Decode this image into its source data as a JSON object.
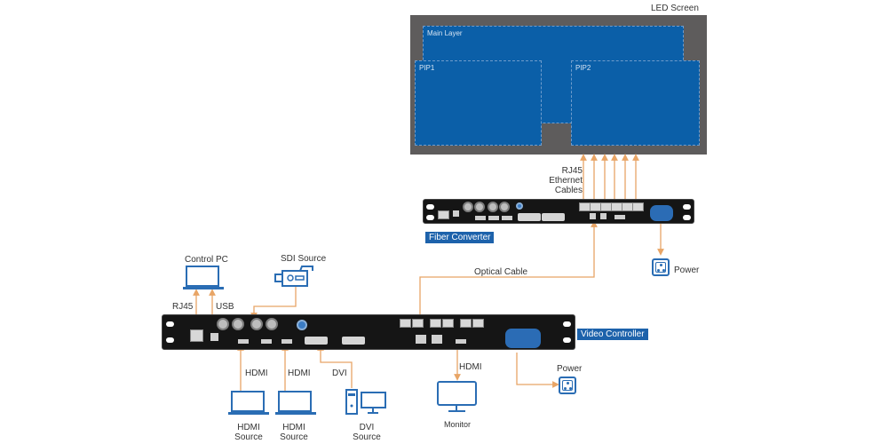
{
  "led_screen": {
    "title": "LED Screen",
    "layers": [
      {
        "name": "Main Layer"
      },
      {
        "name": "PIP1"
      },
      {
        "name": "PIP2"
      }
    ],
    "colors": {
      "frame": "#5e5c5c",
      "layer": "#0b5fa8"
    }
  },
  "fiber_converter": {
    "label": "Fiber Converter",
    "ethernet_label": [
      "RJ45",
      "Ethernet",
      "Cables"
    ],
    "ethernet_outputs": 6,
    "power_label": "Power"
  },
  "optical_link": {
    "label": "Optical Cable"
  },
  "video_controller": {
    "label": "Video Controller",
    "power_label": "Power"
  },
  "control_pc": {
    "label": "Control PC",
    "links": [
      "RJ45",
      "USB"
    ]
  },
  "sdi_source": {
    "label": "SDI Source"
  },
  "inputs": [
    {
      "link": "HDMI",
      "label_line1": "HDMI",
      "label_line2": "Source",
      "icon": "laptop-icon"
    },
    {
      "link": "HDMI",
      "label_line1": "HDMI",
      "label_line2": "Source",
      "icon": "laptop-icon"
    },
    {
      "link": "DVI",
      "label_line1": "DVI",
      "label_line2": "Source",
      "icon": "desktop-pc-icon"
    }
  ],
  "monitor": {
    "link": "HDMI",
    "label": "Monitor"
  },
  "colors": {
    "wire": "#e8a566",
    "accent": "#1d62ab",
    "icon": "#2a6db4",
    "device": "#151515"
  }
}
